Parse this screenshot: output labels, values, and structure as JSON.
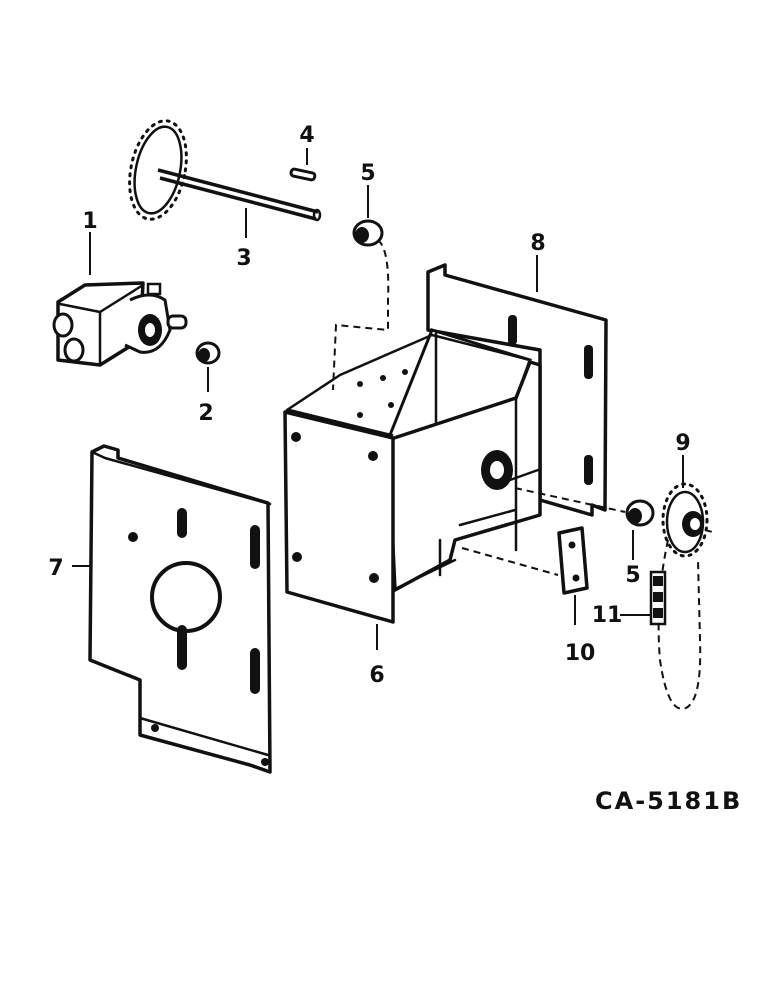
{
  "diagram": {
    "drawing_code": "CA-5181B",
    "callouts": [
      {
        "id": "1",
        "text": "1"
      },
      {
        "id": "2",
        "text": "2"
      },
      {
        "id": "3",
        "text": "3"
      },
      {
        "id": "4",
        "text": "4"
      },
      {
        "id": "5a",
        "text": "5"
      },
      {
        "id": "5b",
        "text": "5"
      },
      {
        "id": "6",
        "text": "6"
      },
      {
        "id": "7",
        "text": "7"
      },
      {
        "id": "8",
        "text": "8"
      },
      {
        "id": "9",
        "text": "9"
      },
      {
        "id": "10",
        "text": "10"
      },
      {
        "id": "11",
        "text": "11"
      }
    ]
  }
}
